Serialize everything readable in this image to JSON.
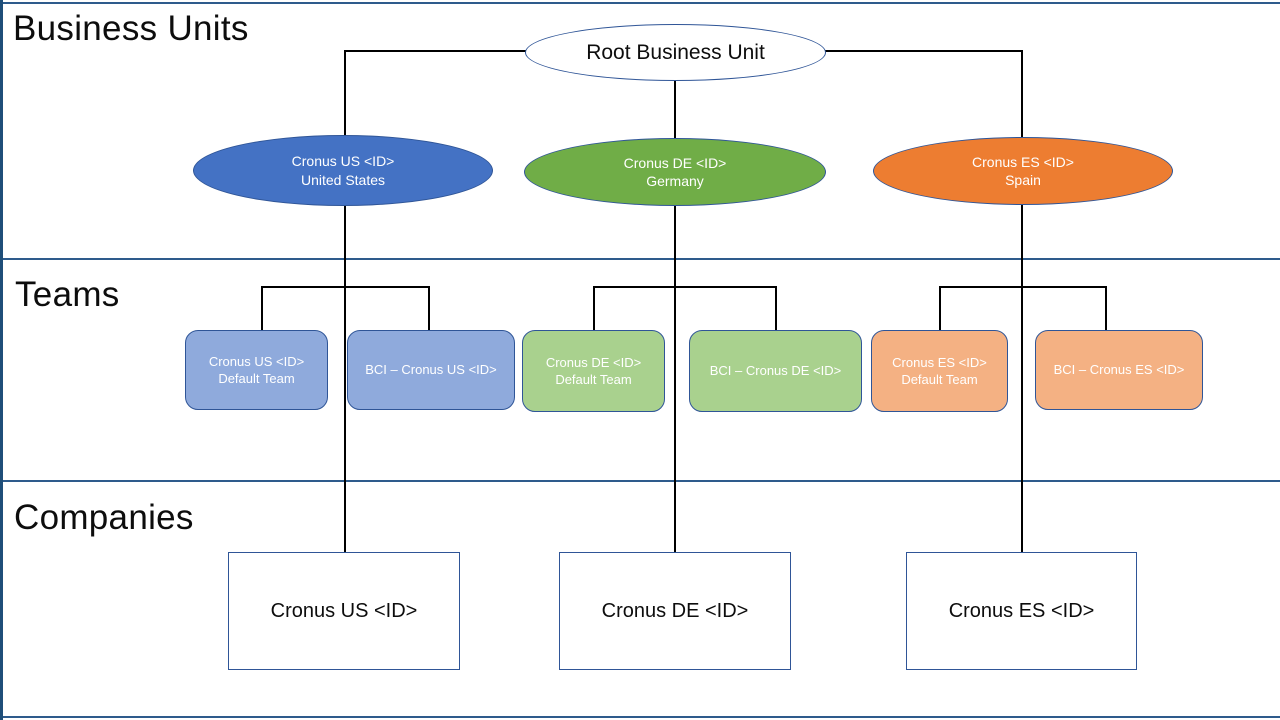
{
  "sections": [
    {
      "id": "business-units",
      "label": "Business Units"
    },
    {
      "id": "teams",
      "label": "Teams"
    },
    {
      "id": "companies",
      "label": "Companies"
    }
  ],
  "root": {
    "label": "Root Business Unit",
    "fill": "#FFFFFF",
    "stroke": "#2F5597",
    "text_color": "#0D0D0D"
  },
  "business_units": [
    {
      "id": "cronus-us",
      "line1": "Cronus US <ID>",
      "line2": "United States",
      "fill": "#4472C4",
      "stroke": "#2F5597",
      "text_color": "#FFFFFF"
    },
    {
      "id": "cronus-de",
      "line1": "Cronus DE <ID>",
      "line2": "Germany",
      "fill": "#70AD47",
      "stroke": "#2F5597",
      "text_color": "#FFFFFF"
    },
    {
      "id": "cronus-es",
      "line1": "Cronus ES <ID>",
      "line2": "Spain",
      "fill": "#ED7D31",
      "stroke": "#2F5597",
      "text_color": "#FFFFFF"
    }
  ],
  "teams": [
    {
      "id": "us-default-team",
      "line1": "Cronus US <ID>",
      "line2": "Default Team",
      "fill": "#8FAADC",
      "stroke": "#2F5597"
    },
    {
      "id": "bci-cronus-us",
      "line1": "BCI – Cronus US <ID>",
      "line2": "",
      "fill": "#8FAADC",
      "stroke": "#2F5597"
    },
    {
      "id": "de-default-team",
      "line1": "Cronus DE <ID>",
      "line2": "Default Team",
      "fill": "#A9D18E",
      "stroke": "#2F5597"
    },
    {
      "id": "bci-cronus-de",
      "line1": "BCI – Cronus DE <ID>",
      "line2": "",
      "fill": "#A9D18E",
      "stroke": "#2F5597"
    },
    {
      "id": "es-default-team",
      "line1": "Cronus ES <ID>",
      "line2": "Default Team",
      "fill": "#F4B183",
      "stroke": "#2F5597"
    },
    {
      "id": "bci-cronus-es",
      "line1": "BCI – Cronus ES <ID>",
      "line2": "",
      "fill": "#F4B183",
      "stroke": "#2F5597"
    }
  ],
  "companies": [
    {
      "id": "company-us",
      "label": "Cronus US <ID>",
      "fill": "#FFFFFF",
      "stroke": "#2F5597"
    },
    {
      "id": "company-de",
      "label": "Cronus DE <ID>",
      "fill": "#FFFFFF",
      "stroke": "#2F5597"
    },
    {
      "id": "company-es",
      "label": "Cronus ES <ID>",
      "fill": "#FFFFFF",
      "stroke": "#2F5597"
    }
  ],
  "style": {
    "section_rule_color": "#2E5B8C",
    "connector_color": "#000000",
    "slide_background": "#FFFFFF",
    "left_border_color": "#1F4E79"
  }
}
